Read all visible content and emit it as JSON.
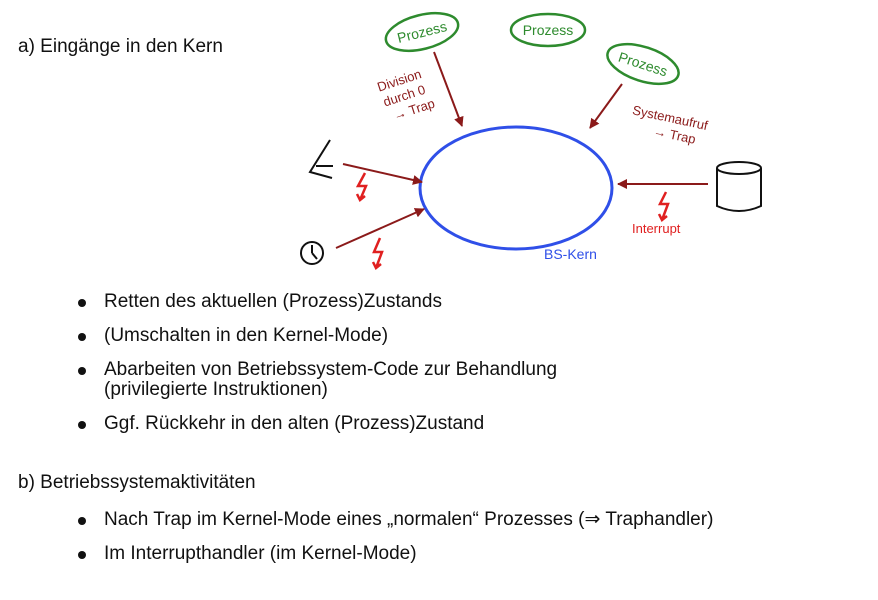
{
  "section_a": {
    "heading": "a) Eingänge in den Kern",
    "diagram": {
      "processes": [
        "Prozess",
        "Prozess",
        "Prozess"
      ],
      "kernel_label": "BS-Kern",
      "trap_division": [
        "Division",
        "durch 0",
        "→ Trap"
      ],
      "trap_syscall": [
        "Systemaufruf",
        "→ Trap"
      ],
      "interrupt_label": "Interrupt",
      "colors": {
        "process": "#2e8b2e",
        "kernel": "#2f4fe8",
        "arrow": "#8b1a1a",
        "lightning": "#e02020"
      }
    },
    "bullets": [
      {
        "text": "Retten des aktuellen (Prozess)Zustands"
      },
      {
        "text": "(Umschalten in den Kernel-Mode)"
      },
      {
        "line1": "Abarbeiten von Betriebssystem-Code zur Behandlung",
        "line2": "(privilegierte Instruktionen)"
      },
      {
        "text": "Ggf. Rückkehr in den alten (Prozess)Zustand"
      }
    ]
  },
  "section_b": {
    "heading": "b) Betriebssystemaktivitäten",
    "bullets": [
      "Nach Trap im Kernel-Mode eines „normalen“ Prozesses (⇒ Traphandler)",
      "Im Interrupthandler (im Kernel-Mode)"
    ]
  }
}
